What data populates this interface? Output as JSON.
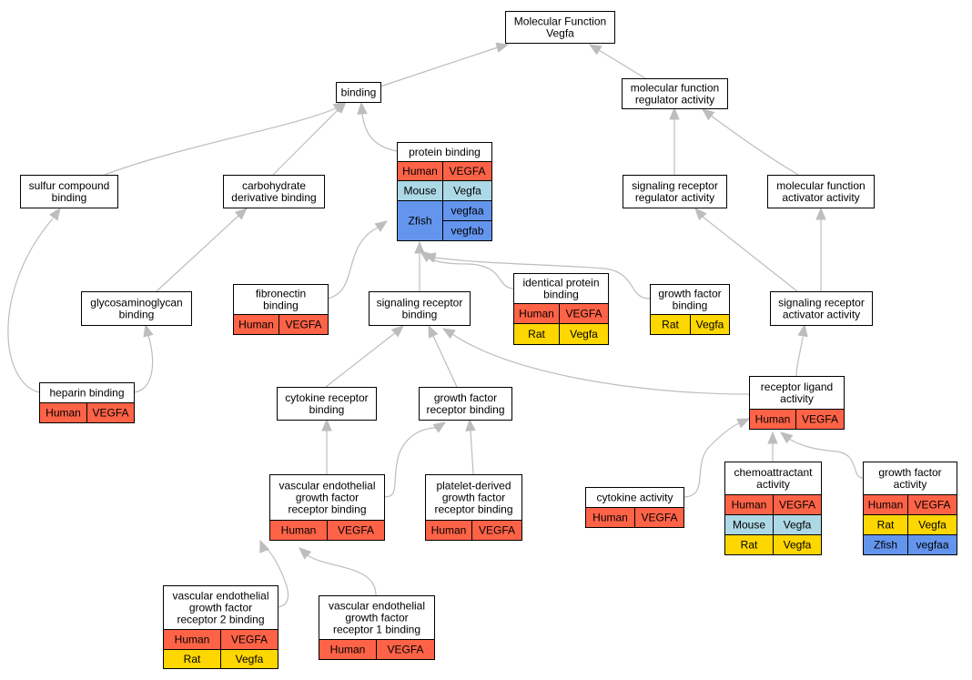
{
  "nodes": [
    {
      "id": "mf",
      "lines": [
        "Molecular Function",
        "Vegfa"
      ],
      "rows": []
    },
    {
      "id": "binding",
      "lines": [
        "binding"
      ],
      "rows": []
    },
    {
      "id": "mfreg",
      "lines": [
        "molecular function",
        "regulator activity"
      ],
      "rows": []
    },
    {
      "id": "sulfur",
      "lines": [
        "sulfur compound",
        "binding"
      ],
      "rows": []
    },
    {
      "id": "carb",
      "lines": [
        "carbohydrate",
        "derivative binding"
      ],
      "rows": []
    },
    {
      "id": "protein",
      "lines": [
        "protein binding"
      ],
      "rows": [
        {
          "species": "Human",
          "genes": [
            "VEGFA"
          ]
        },
        {
          "species": "Mouse",
          "genes": [
            "Vegfa"
          ]
        },
        {
          "species": "Zfish",
          "genes": [
            "vegfaa",
            "vegfab"
          ]
        }
      ]
    },
    {
      "id": "sigregact",
      "lines": [
        "signaling receptor",
        "regulator activity"
      ],
      "rows": []
    },
    {
      "id": "mfact",
      "lines": [
        "molecular function",
        "activator activity"
      ],
      "rows": []
    },
    {
      "id": "gag",
      "lines": [
        "glycosaminoglycan",
        "binding"
      ],
      "rows": []
    },
    {
      "id": "fibro",
      "lines": [
        "fibronectin",
        "binding"
      ],
      "rows": [
        {
          "species": "Human",
          "genes": [
            "VEGFA"
          ]
        }
      ]
    },
    {
      "id": "sigrec",
      "lines": [
        "signaling receptor",
        "binding"
      ],
      "rows": []
    },
    {
      "id": "identical",
      "lines": [
        "identical protein",
        "binding"
      ],
      "rows": [
        {
          "species": "Human",
          "genes": [
            "VEGFA"
          ]
        },
        {
          "species": "Rat",
          "genes": [
            "Vegfa"
          ]
        }
      ]
    },
    {
      "id": "gfbind",
      "lines": [
        "growth factor",
        "binding"
      ],
      "rows": [
        {
          "species": "Rat",
          "genes": [
            "Vegfa"
          ]
        }
      ]
    },
    {
      "id": "sigact",
      "lines": [
        "signaling receptor",
        "activator activity"
      ],
      "rows": []
    },
    {
      "id": "heparin",
      "lines": [
        "heparin binding"
      ],
      "rows": [
        {
          "species": "Human",
          "genes": [
            "VEGFA"
          ]
        }
      ]
    },
    {
      "id": "cytorec",
      "lines": [
        "cytokine receptor",
        "binding"
      ],
      "rows": []
    },
    {
      "id": "gfrec",
      "lines": [
        "growth factor",
        "receptor binding"
      ],
      "rows": []
    },
    {
      "id": "rla",
      "lines": [
        "receptor ligand",
        "activity"
      ],
      "rows": [
        {
          "species": "Human",
          "genes": [
            "VEGFA"
          ]
        }
      ]
    },
    {
      "id": "vegfrb",
      "lines": [
        "vascular endothelial",
        "growth factor",
        "receptor binding"
      ],
      "rows": [
        {
          "species": "Human",
          "genes": [
            "VEGFA"
          ]
        }
      ]
    },
    {
      "id": "pdgfrb",
      "lines": [
        "platelet-derived",
        "growth factor",
        "receptor binding"
      ],
      "rows": [
        {
          "species": "Human",
          "genes": [
            "VEGFA"
          ]
        }
      ]
    },
    {
      "id": "cytoact",
      "lines": [
        "cytokine activity"
      ],
      "rows": [
        {
          "species": "Human",
          "genes": [
            "VEGFA"
          ]
        }
      ]
    },
    {
      "id": "chemo",
      "lines": [
        "chemoattractant",
        "activity"
      ],
      "rows": [
        {
          "species": "Human",
          "genes": [
            "VEGFA"
          ]
        },
        {
          "species": "Mouse",
          "genes": [
            "Vegfa"
          ]
        },
        {
          "species": "Rat",
          "genes": [
            "Vegfa"
          ]
        }
      ]
    },
    {
      "id": "gfact",
      "lines": [
        "growth factor",
        "activity"
      ],
      "rows": [
        {
          "species": "Human",
          "genes": [
            "VEGFA"
          ]
        },
        {
          "species": "Rat",
          "genes": [
            "Vegfa"
          ]
        },
        {
          "species": "Zfish",
          "genes": [
            "vegfaa"
          ]
        }
      ]
    },
    {
      "id": "vegfr2",
      "lines": [
        "vascular endothelial",
        "growth factor",
        "receptor 2 binding"
      ],
      "rows": [
        {
          "species": "Human",
          "genes": [
            "VEGFA"
          ]
        },
        {
          "species": "Rat",
          "genes": [
            "Vegfa"
          ]
        }
      ]
    },
    {
      "id": "vegfr1",
      "lines": [
        "vascular endothelial",
        "growth factor",
        "receptor 1 binding"
      ],
      "rows": [
        {
          "species": "Human",
          "genes": [
            "VEGFA"
          ]
        }
      ]
    }
  ],
  "edges": [
    [
      "binding",
      "mf"
    ],
    [
      "mfreg",
      "mf"
    ],
    [
      "sulfur",
      "binding"
    ],
    [
      "carb",
      "binding"
    ],
    [
      "protein",
      "binding"
    ],
    [
      "sigregact",
      "mfreg"
    ],
    [
      "mfact",
      "mfreg"
    ],
    [
      "gag",
      "carb"
    ],
    [
      "heparin",
      "sulfur"
    ],
    [
      "heparin",
      "gag"
    ],
    [
      "fibro",
      "protein"
    ],
    [
      "sigrec",
      "protein"
    ],
    [
      "identical",
      "protein"
    ],
    [
      "gfbind",
      "protein"
    ],
    [
      "sigact",
      "sigregact"
    ],
    [
      "sigact",
      "mfact"
    ],
    [
      "rla",
      "sigact"
    ],
    [
      "cytorec",
      "sigrec"
    ],
    [
      "gfrec",
      "sigrec"
    ],
    [
      "rla",
      "sigrec"
    ],
    [
      "vegfrb",
      "cytorec"
    ],
    [
      "vegfrb",
      "gfrec"
    ],
    [
      "pdgfrb",
      "gfrec"
    ],
    [
      "cytoact",
      "rla"
    ],
    [
      "chemo",
      "rla"
    ],
    [
      "gfact",
      "rla"
    ],
    [
      "vegfr2",
      "vegfrb"
    ],
    [
      "vegfr1",
      "vegfrb"
    ]
  ],
  "species_colors": {
    "Human": "#ff6347",
    "Mouse": "#add8e6",
    "Rat": "#ffd700",
    "Zfish": "#6495ed"
  },
  "edge_color": "#bdbdbd"
}
